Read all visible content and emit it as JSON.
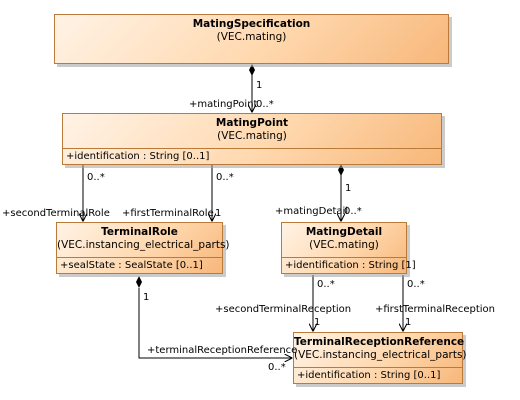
{
  "classes": {
    "mating_specification": {
      "name": "MatingSpecification",
      "stereotype": "(VEC.mating)",
      "attributes": []
    },
    "mating_point": {
      "name": "MatingPoint",
      "stereotype": "(VEC.mating)",
      "attributes": [
        "+identification : String [0..1]"
      ]
    },
    "terminal_role": {
      "name": "TerminalRole",
      "stereotype": "(VEC.instancing_electrical_parts)",
      "attributes": [
        "+sealState : SealState [0..1]"
      ]
    },
    "mating_detail": {
      "name": "MatingDetail",
      "stereotype": "(VEC.mating)",
      "attributes": [
        "+identification : String [1]"
      ]
    },
    "terminal_reception_reference": {
      "name": "TerminalReceptionReference",
      "stereotype": "(VEC.instancing_electrical_parts)",
      "attributes": [
        "+identification : String [0..1]"
      ]
    }
  },
  "associations": {
    "spec_point": {
      "source_mult": "1",
      "role": "+matingPoint",
      "target_mult": "0..*"
    },
    "point_second_role": {
      "source_mult": "0..*",
      "role": "+secondTerminalRole"
    },
    "point_first_role": {
      "source_mult": "0..*",
      "role": "+firstTerminalRole",
      "target_mult": "1"
    },
    "point_detail": {
      "source_mult": "1",
      "role": "+matingDetail",
      "target_mult": "0..*"
    },
    "detail_second_reception": {
      "source_mult": "0..*",
      "role": "+secondTerminalReception",
      "target_mult": "1"
    },
    "detail_first_reception": {
      "source_mult": "0..*",
      "role": "+firstTerminalReception",
      "target_mult": "1"
    },
    "role_reception": {
      "source_mult": "1",
      "role": "+terminalReceptionReference",
      "target_mult": "0..*"
    }
  },
  "colors": {
    "line": "#000000",
    "border": "#b97a3a",
    "fill_light": "#fff3e6",
    "fill_dark": "#f7b77a"
  }
}
